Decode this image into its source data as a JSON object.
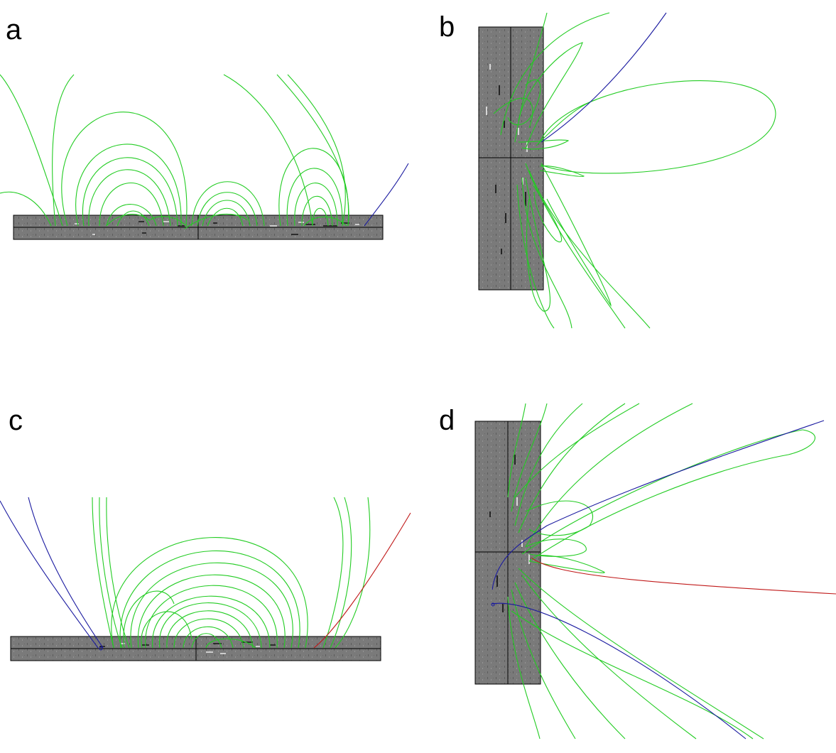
{
  "panels": [
    {
      "label": "a"
    },
    {
      "label": "b"
    },
    {
      "label": "c"
    },
    {
      "label": "d"
    }
  ],
  "colors": {
    "closed_field_lines": "#22cc22",
    "open_field_lines_blue": "#1a1aa0",
    "open_field_lines_red": "#c01818",
    "magnetogram": "#7a7a7a"
  }
}
